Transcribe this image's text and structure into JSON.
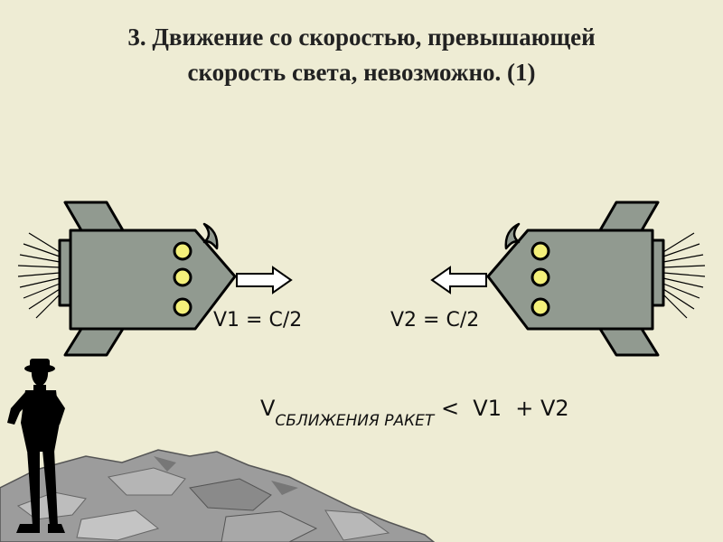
{
  "slide": {
    "title_line1": "3. Движение со скоростью, превышающей",
    "title_line2": "скорость света, невозможно. (1)",
    "v1_label": "V1 = C/2",
    "v2_label": "V2 = C/2",
    "formula": {
      "v": "V",
      "subscript": "СБЛИЖЕНИЯ РАКЕТ",
      "rest": " <  V1  + V2"
    }
  },
  "colors": {
    "background": "#eeecd4",
    "rocket_body": "#919a90",
    "porthole": "#f4f07a",
    "rock": "#9c9c9c",
    "silhouette": "#000000"
  }
}
